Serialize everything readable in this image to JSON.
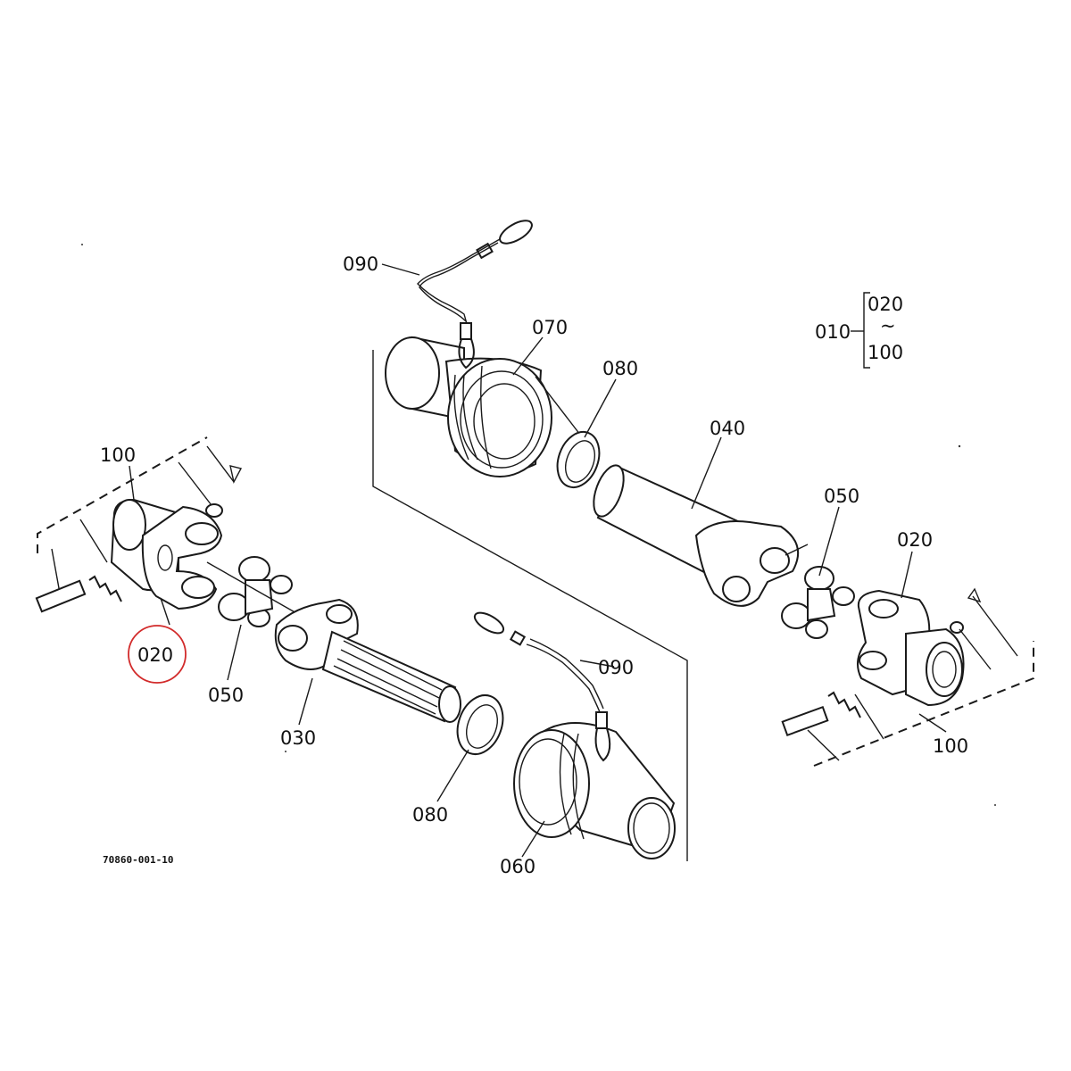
{
  "diagram": {
    "drawing_ref": "70860-001-10",
    "highlight_color": "#d22b2b",
    "assembly_legend": {
      "assembly": "010",
      "from": "020",
      "range_mark": "~",
      "to": "100"
    },
    "callouts": [
      {
        "id": "c090a",
        "text": "090"
      },
      {
        "id": "c070",
        "text": "070"
      },
      {
        "id": "c080a",
        "text": "080"
      },
      {
        "id": "c040",
        "text": "040"
      },
      {
        "id": "c050b",
        "text": "050"
      },
      {
        "id": "c020b",
        "text": "020"
      },
      {
        "id": "c100a",
        "text": "100"
      },
      {
        "id": "c020a",
        "text": "020",
        "highlighted": true
      },
      {
        "id": "c050a",
        "text": "050"
      },
      {
        "id": "c030",
        "text": "030"
      },
      {
        "id": "c090b",
        "text": "090"
      },
      {
        "id": "c080b",
        "text": "080"
      },
      {
        "id": "c060",
        "text": "060"
      },
      {
        "id": "c100b",
        "text": "100"
      }
    ]
  }
}
